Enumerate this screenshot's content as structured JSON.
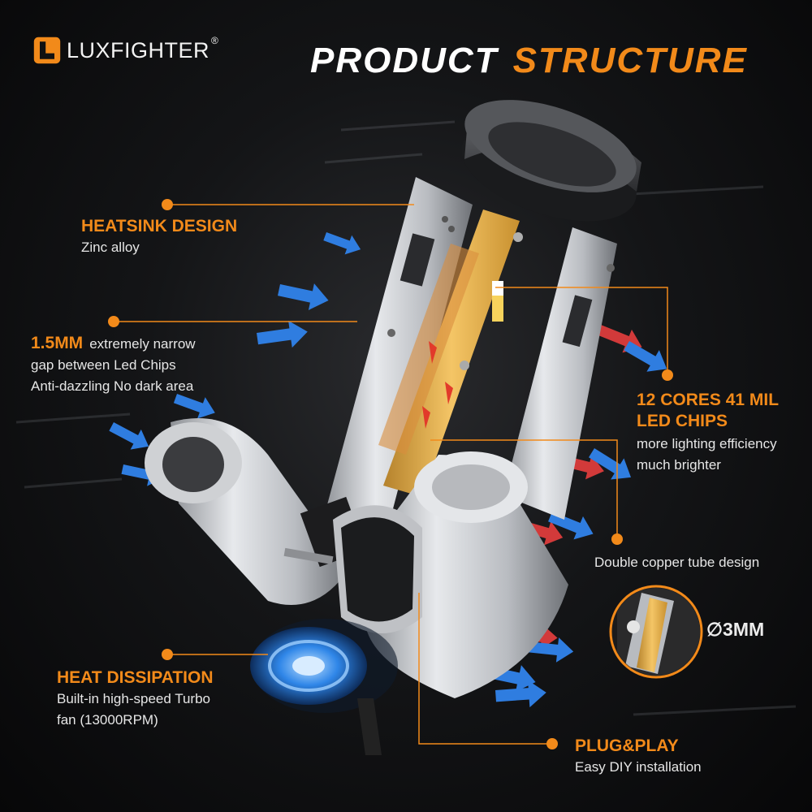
{
  "brand": {
    "name": "LUXFIGHTER",
    "registered": "®"
  },
  "title": {
    "part1": "PRODUCT",
    "part2": "STRUCTURE"
  },
  "colors": {
    "accent": "#f28a1a",
    "arrow_blue": "#2f7de0",
    "arrow_red": "#d23a3a",
    "background": "#0b0b0c"
  },
  "callouts": {
    "heatsink": {
      "heading": "HEATSINK DESIGN",
      "text": "Zinc alloy"
    },
    "gap": {
      "heading": "1.5MM",
      "line1": "extremely narrow",
      "line2": "gap between Led Chips",
      "line3": "Anti-dazzling No dark area"
    },
    "chips": {
      "heading1": "12 CORES 41 MIL",
      "heading2": "LED CHIPS",
      "text1": "more lighting efficiency",
      "text2": "much brighter"
    },
    "copper": {
      "text": "Double copper tube design"
    },
    "diameter": {
      "text": "∅3MM"
    },
    "heat": {
      "heading": "HEAT DISSIPATION",
      "text1": "Built-in high-speed Turbo",
      "text2": "fan (13000RPM)"
    },
    "plug": {
      "heading": "PLUG&PLAY",
      "text": "Easy DIY installation"
    }
  },
  "icons": [
    "luxfighter-logo-icon",
    "airflow-arrow-icon",
    "turbo-fan-icon",
    "callout-dot-icon"
  ]
}
